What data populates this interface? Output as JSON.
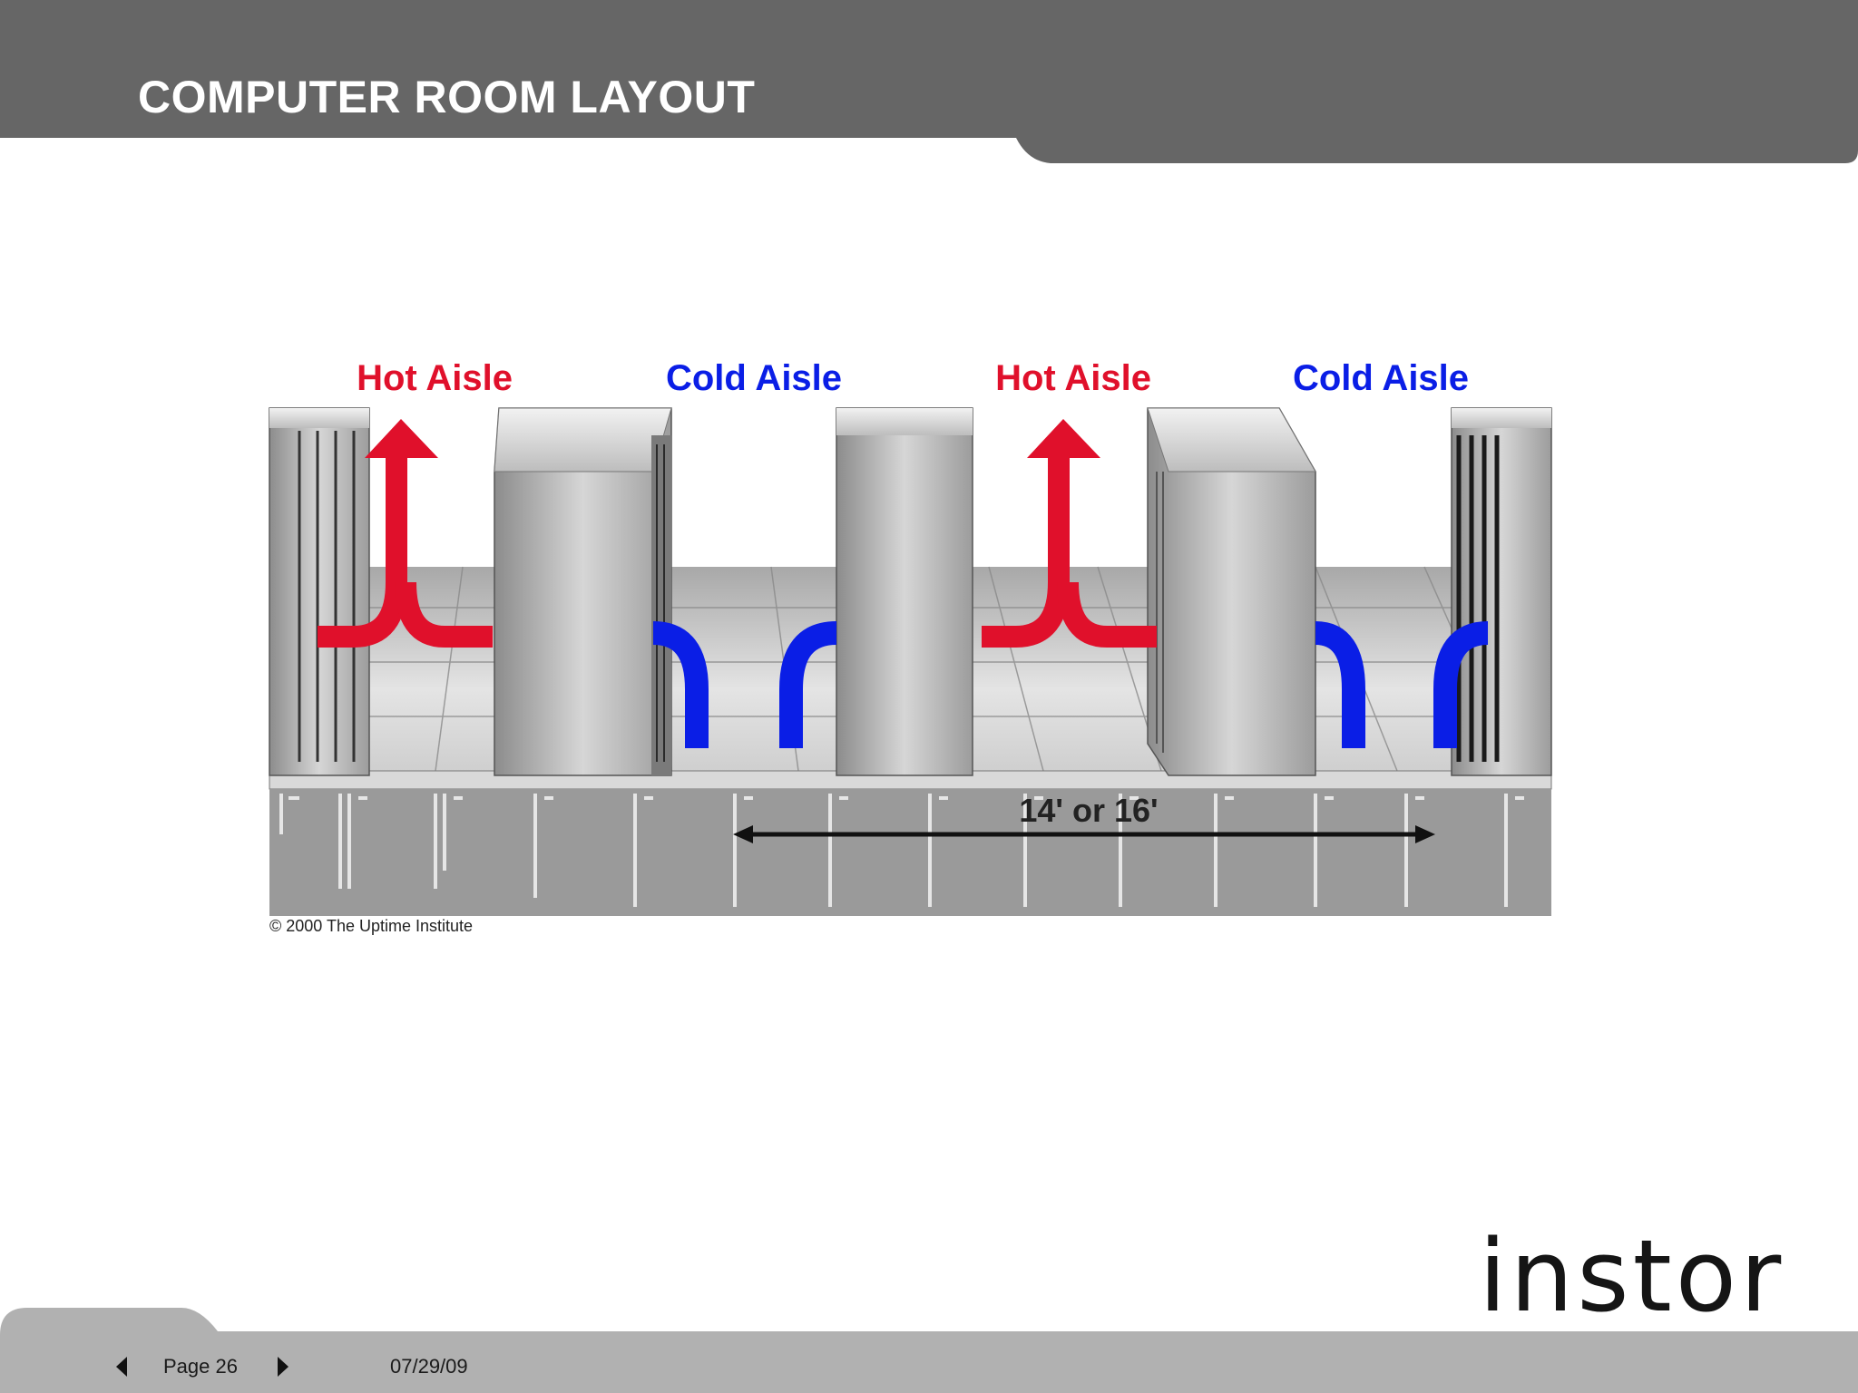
{
  "slide": {
    "title": "COMPUTER ROOM LAYOUT"
  },
  "diagram": {
    "aisle_labels": [
      "Hot Aisle",
      "Cold Aisle",
      "Hot Aisle",
      "Cold Aisle"
    ],
    "dimension_label": "14' or 16'",
    "copyright": "© 2000 The Uptime Institute",
    "colors": {
      "hot": "#e0102b",
      "cold": "#0a1ee6"
    }
  },
  "footer": {
    "page_label": "Page 26",
    "date": "07/29/09",
    "logo_text": "instor",
    "prev_icon": "prev-page-icon",
    "next_icon": "next-page-icon"
  },
  "theme": {
    "header_color": "#666666",
    "footer_color": "#b1b1b1"
  }
}
